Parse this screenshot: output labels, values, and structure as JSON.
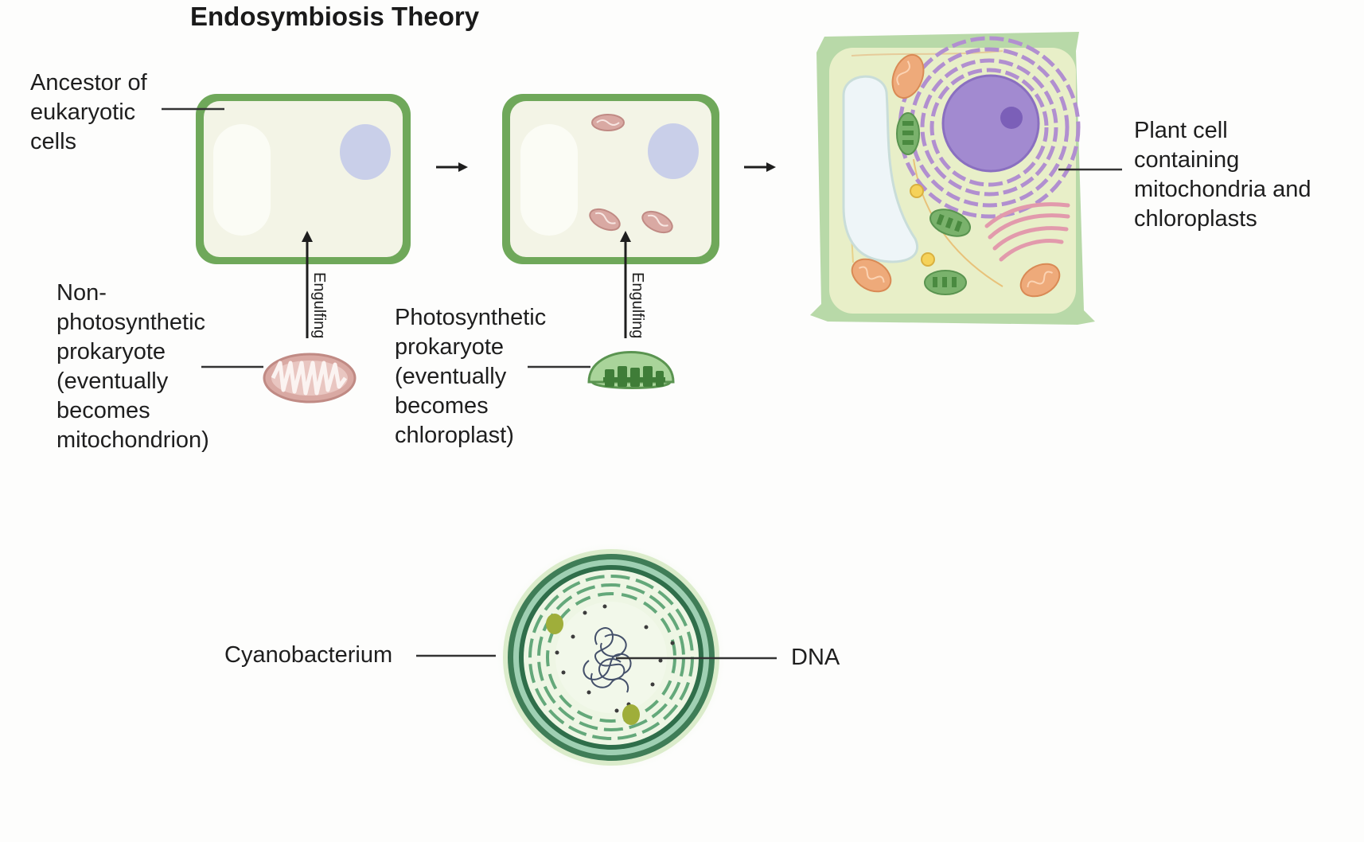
{
  "title": "Endosymbiosis Theory",
  "labels": {
    "ancestor": [
      "Ancestor of",
      "eukaryotic",
      "cells"
    ],
    "non_photo": [
      "Non-",
      "photosynthetic",
      "prokaryote",
      "(eventually",
      "becomes",
      "mitochondrion)"
    ],
    "photo": [
      "Photosynthetic",
      "prokaryote",
      "(eventually",
      "becomes",
      "chloroplast)"
    ],
    "plant_cell": [
      "Plant cell",
      "containing",
      "mitochondria and",
      "chloroplasts"
    ],
    "engulfing": "Engulfing",
    "cyanobacterium": "Cyanobacterium",
    "dna": "DNA"
  },
  "colors": {
    "cell_wall": "#6fa85a",
    "cytoplasm": "#f3f4e6",
    "vacuole": "#fbfcf6",
    "nucleus": "#c8cde9",
    "mitochondrion": "#d9a9a3",
    "chloroplast": "#6ea863",
    "plant_wall": "#b8d9a8",
    "er": "#b18fd0",
    "golgi": "#e29aac",
    "orange_mito": "#eeaa7a"
  },
  "icons": {
    "arrow_1": "right-arrow-icon",
    "arrow_2": "right-arrow-icon"
  }
}
